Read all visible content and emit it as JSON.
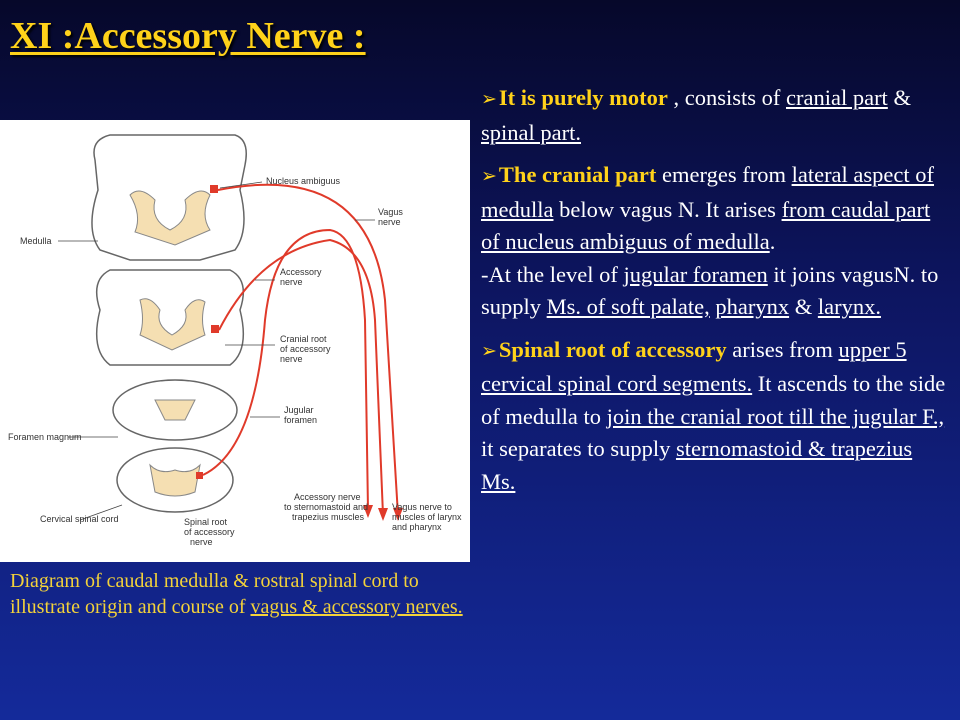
{
  "title": "XI :Accessory Nerve :",
  "diagram": {
    "labels": {
      "nucleus_ambiguus": "Nucleus ambiguus",
      "medulla": "Medulla",
      "vagus_nerve_1": "Vagus",
      "vagus_nerve_2": "nerve",
      "accessory_nerve_1": "Accessory",
      "accessory_nerve_2": "nerve",
      "cranial_root_1": "Cranial root",
      "cranial_root_2": "of accessory",
      "cranial_root_3": "nerve",
      "jugular_foramen_1": "Jugular",
      "jugular_foramen_2": "foramen",
      "foramen_magnum": "Foramen magnum",
      "cervical_spinal_cord": "Cervical spinal cord",
      "spinal_root_1": "Spinal root",
      "spinal_root_2": "of accessory",
      "spinal_root_3": "nerve",
      "acc_to_muscles_1": "Accessory nerve",
      "acc_to_muscles_2": "to sternomastoid and",
      "acc_to_muscles_3": "trapezius muscles",
      "vagus_to_muscles_1": "Vagus nerve to",
      "vagus_to_muscles_2": "muscles of larynx",
      "vagus_to_muscles_3": "and pharynx"
    }
  },
  "caption": {
    "part1": "Diagram of caudal medulla & rostral spinal cord to illustrate origin and course of ",
    "u1": "vagus & accessory  nerves."
  },
  "p1": {
    "bold": "It is purely motor",
    "t1": " , consists of ",
    "u1": "cranial part",
    "t2": " &  ",
    "u2": "spinal part."
  },
  "p2": {
    "bold": "The cranial part",
    "t1": " emerges from ",
    "u1": "lateral aspect of  medulla",
    "t2": " below vagus N.  It arises ",
    "u2": "from  caudal part of nucleus ambiguus of medulla",
    "t3": "."
  },
  "p3": {
    "t1": "-At the level of ",
    "u1": "jugular foramen",
    "t2": " it joins vagusN. to supply ",
    "u2": "Ms. of  soft palate,",
    "t3": "  ",
    "u3": "pharynx",
    "t4": " &  ",
    "u4": "larynx."
  },
  "p4": {
    "bold": "Spinal root of  accessory",
    "t1": " arises from ",
    "u1": "upper 5 cervical spinal cord segments.",
    "t2": "  It ascends to the side of medulla to ",
    "u2": "join the cranial root till the  jugular F.,",
    "t3": " it separates to supply ",
    "u3": "sternomastoid & trapezius Ms."
  },
  "icons": {
    "bullet": "arrowhead-bullet-icon"
  },
  "colors": {
    "title": "#ffd21a",
    "caption": "#f3d23a",
    "body": "#ffffff",
    "nerve": "#e03a2a"
  }
}
